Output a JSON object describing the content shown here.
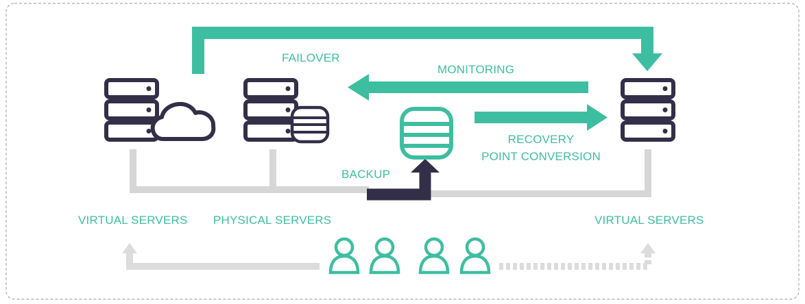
{
  "colors": {
    "accent": "#3dbea0",
    "dark": "#332f48",
    "connector": "#d6d6d6",
    "frame": "#aaaaaa"
  },
  "labels": {
    "failover": "FAILOVER",
    "monitoring": "MONITORING",
    "recovery_line1": "RECOVERY",
    "recovery_line2": "POINT CONVERSION",
    "backup": "BACKUP",
    "virtual_servers_left": "VIRTUAL SERVERS",
    "physical_servers": "PHYSICAL SERVERS",
    "virtual_servers_right": "VIRTUAL SERVERS"
  },
  "icons": {
    "left_server": "server-cloud-icon",
    "middle_server": "server-database-icon",
    "backup_store": "database-icon",
    "right_server": "server-icon",
    "users": [
      "user-icon",
      "user-icon",
      "user-icon",
      "user-icon"
    ]
  }
}
